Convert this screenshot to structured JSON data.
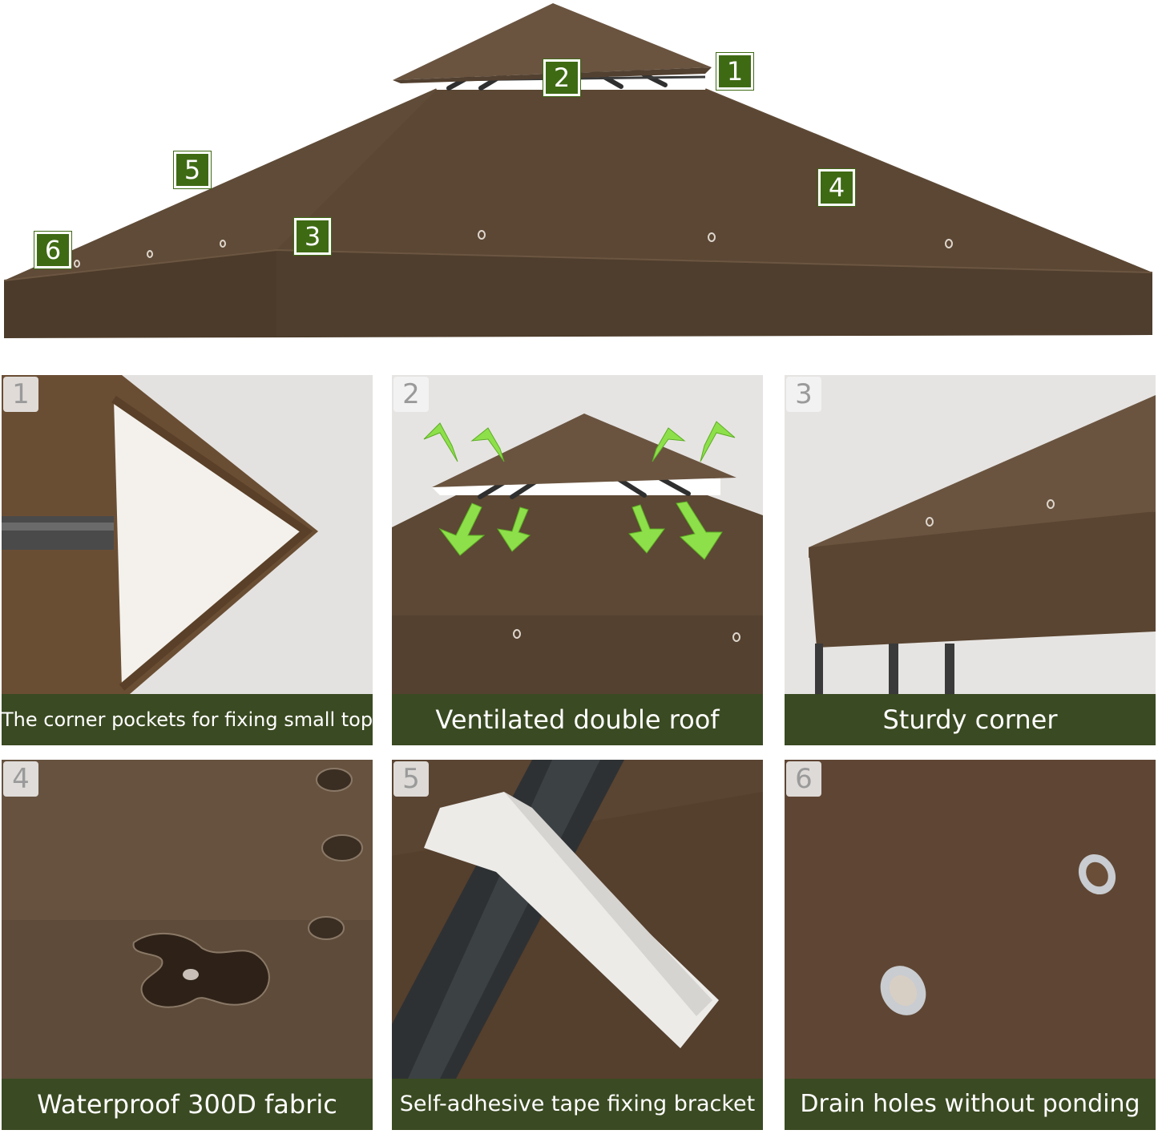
{
  "hero": {
    "markers": [
      "1",
      "2",
      "3",
      "4",
      "5",
      "6"
    ]
  },
  "panels": [
    {
      "number": "1",
      "caption": "The corner pockets for fixing small top"
    },
    {
      "number": "2",
      "caption": "Ventilated double roof"
    },
    {
      "number": "3",
      "caption": "Sturdy corner"
    },
    {
      "number": "4",
      "caption": "Waterproof 300D fabric"
    },
    {
      "number": "5",
      "caption": "Self-adhesive tape fixing bracket"
    },
    {
      "number": "6",
      "caption": "Drain holes without ponding"
    }
  ],
  "colors": {
    "canopy_brown": "#5e4a36",
    "canopy_shadow": "#4e3d2c",
    "caption_green": "#3a4a22",
    "marker_green": "#3f6a14",
    "arrow_green": "#8ee04a"
  }
}
